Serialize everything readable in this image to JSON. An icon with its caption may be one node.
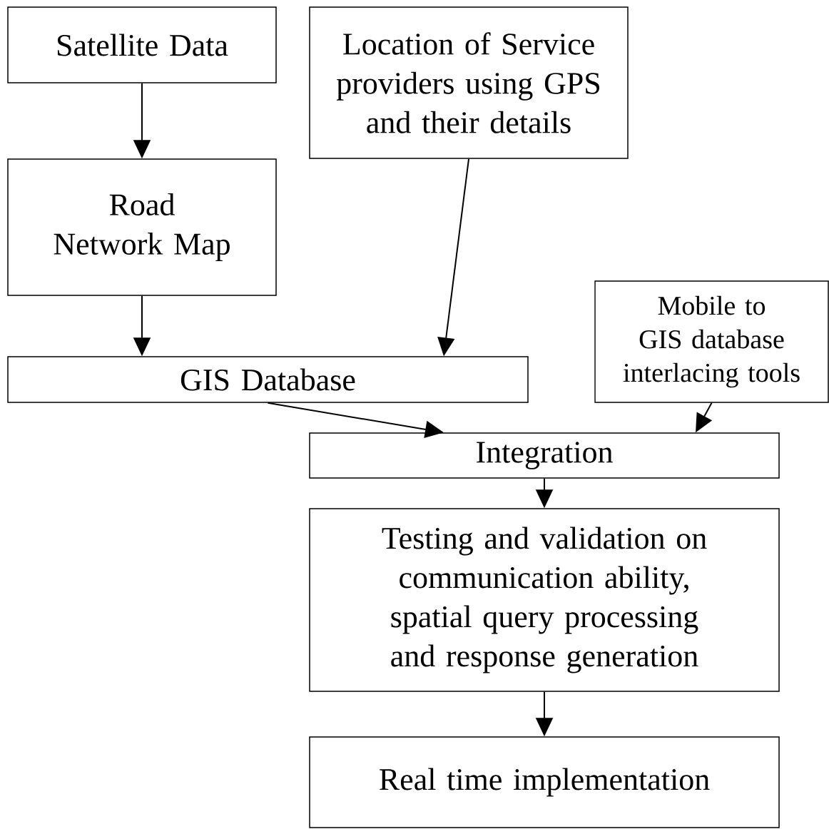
{
  "diagram": {
    "nodes": [
      {
        "text": [
          "Satellite Data"
        ]
      },
      {
        "text": [
          "Location of Service providers using GPS and their details"
        ]
      },
      {
        "text": [
          "Road Network Map"
        ]
      },
      {
        "text": [
          "Mobile to GIS database interlacing tools"
        ]
      },
      {
        "text": [
          "GIS Database"
        ]
      },
      {
        "text": [
          "Integration"
        ]
      },
      {
        "text": [
          "Testing and validation on communication ability, spatial query processing and response generation"
        ]
      },
      {
        "text": [
          "Real time implementation"
        ]
      }
    ],
    "edges": [
      {
        "from": 0,
        "to": 2,
        "arrow": "to"
      },
      {
        "from": 2,
        "to": 4,
        "arrow": "to"
      },
      {
        "from": 1,
        "to": 4,
        "arrow": "to"
      },
      {
        "from": 4,
        "to": 5,
        "arrow": "to"
      },
      {
        "from": 3,
        "to": 5,
        "arrow": "to"
      },
      {
        "from": 5,
        "to": 6,
        "arrow": "to"
      },
      {
        "from": 6,
        "to": 7,
        "arrow": "to"
      }
    ]
  }
}
